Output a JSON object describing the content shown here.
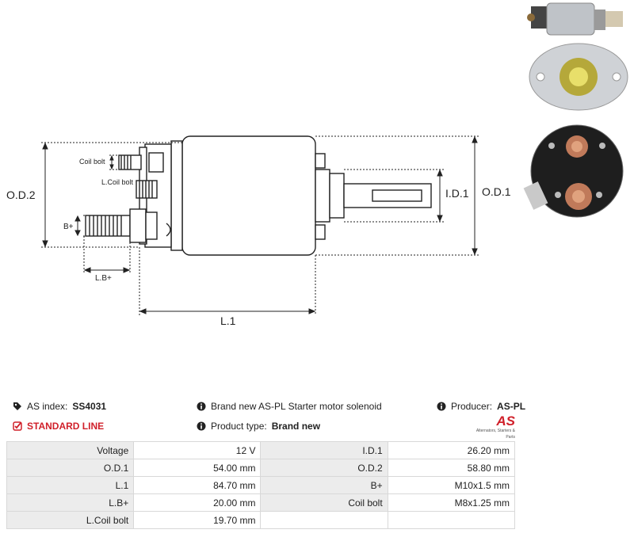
{
  "drawing_labels": {
    "od2": "O.D.2",
    "od1": "O.D.1",
    "id1": "I.D.1",
    "coil_bolt": "Coil bolt",
    "l_coil_bolt": "L.Coil bolt",
    "b_plus": "B+",
    "lb_plus": "L.B+",
    "l1": "L.1"
  },
  "info": {
    "as_index_label": "AS index:",
    "as_index_value": "SS4031",
    "standard_line": "STANDARD LINE",
    "description": "Brand new AS-PL Starter motor solenoid",
    "product_type_label": "Product type:",
    "product_type_value": "Brand new",
    "producer_label": "Producer:",
    "producer_value": "AS-PL"
  },
  "logo": {
    "mark": "AS",
    "tagline": "Alternators, Starters & Parts"
  },
  "specs": [
    {
      "k1": "Voltage",
      "v1": "12 V",
      "k2": "I.D.1",
      "v2": "26.20 mm"
    },
    {
      "k1": "O.D.1",
      "v1": "54.00 mm",
      "k2": "O.D.2",
      "v2": "58.80 mm"
    },
    {
      "k1": "L.1",
      "v1": "84.70 mm",
      "k2": "B+",
      "v2": "M10x1.5 mm"
    },
    {
      "k1": "L.B+",
      "v1": "20.00 mm",
      "k2": "Coil bolt",
      "v2": "M8x1.25 mm"
    },
    {
      "k1": "L.Coil bolt",
      "v1": "19.70 mm",
      "k2": "",
      "v2": ""
    }
  ],
  "colors": {
    "accent_red": "#d0202a",
    "line": "#222222"
  }
}
